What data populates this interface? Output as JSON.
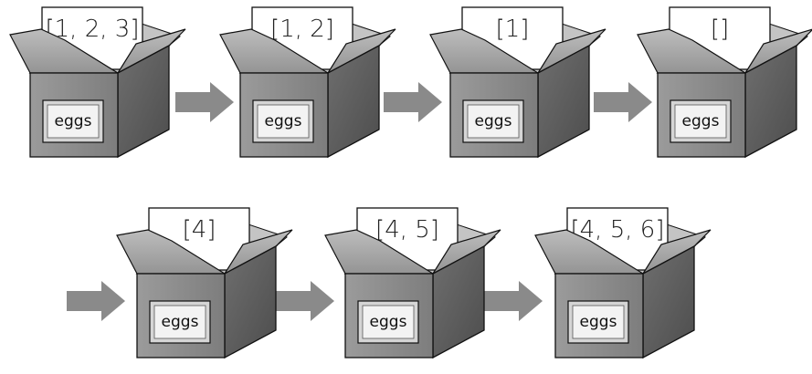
{
  "diagram": {
    "rows": [
      {
        "boxes": [
          {
            "paper": "[1, 2, 3]",
            "label": "eggs"
          },
          {
            "paper": "[1, 2]",
            "label": "eggs"
          },
          {
            "paper": "[1]",
            "label": "eggs"
          },
          {
            "paper": "[]",
            "label": "eggs"
          }
        ]
      },
      {
        "boxes": [
          {
            "paper": "[4]",
            "label": "eggs"
          },
          {
            "paper": "[4, 5]",
            "label": "eggs"
          },
          {
            "paper": "[4, 5, 6]",
            "label": "eggs"
          }
        ]
      }
    ]
  },
  "colors": {
    "box_front": "#8c8c8c",
    "box_side": "#5e5e5e",
    "box_flap": "#a9a9a9",
    "box_inside": "#d7d7d7",
    "arrow": "#8a8a8a",
    "paper": "#ffffff",
    "outline": "#111111"
  }
}
